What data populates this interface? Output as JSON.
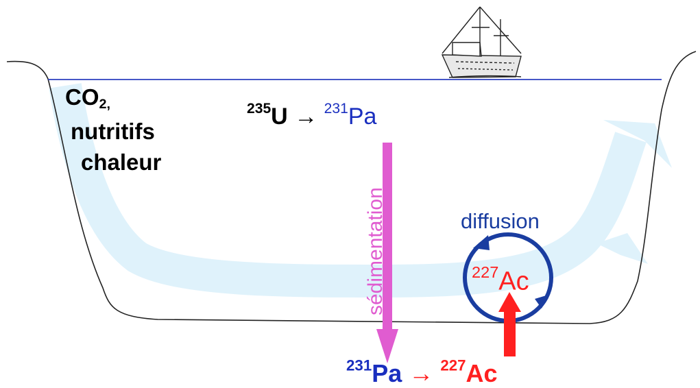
{
  "left_labels": {
    "co2_main": "CO",
    "co2_sub": "2,",
    "nutrients": "nutritifs",
    "heat": "chaleur"
  },
  "top_reaction": {
    "parent_mass": "235",
    "parent_symbol": "U",
    "arrow": "→",
    "daughter_mass": "231",
    "daughter_symbol": "Pa"
  },
  "sedimentation_label": "sédimentation",
  "diffusion_label": "diffusion",
  "ac_center": {
    "mass": "227",
    "symbol": "Ac"
  },
  "bottom_reaction": {
    "parent_mass": "231",
    "parent_symbol": "Pa",
    "arrow": "→",
    "daughter_mass": "227",
    "daughter_symbol": "Ac"
  },
  "colors": {
    "water_surface": "#2b3fbf",
    "current": "#dff2fb",
    "sedimentation_arrow": "#e05cd0",
    "diffusion": "#1a3da0",
    "actinium": "#ff2020",
    "protactinium": "#1a2fbf",
    "text": "#000000"
  },
  "icons": {
    "boat": "fishing-boat-icon"
  }
}
